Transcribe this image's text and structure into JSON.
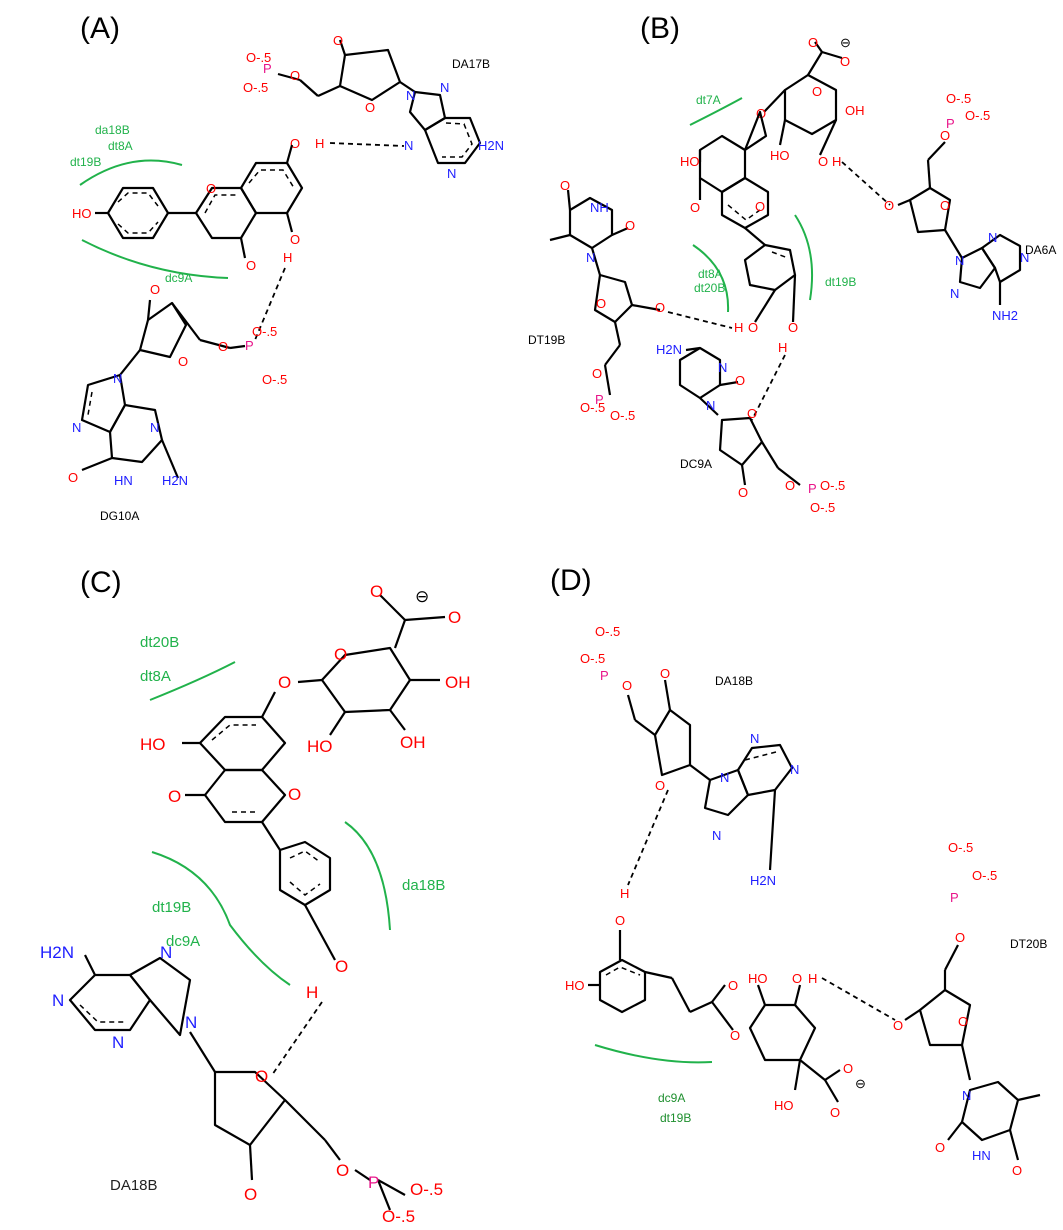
{
  "colors": {
    "oxygen": "#ff0000",
    "nitrogen": "#1e1eff",
    "phosphorus": "#e8158a",
    "contact": "#21b24b",
    "contact_dark": "#1e8f2e",
    "bond": "#000000"
  },
  "panels": {
    "a": {
      "label": "(A)",
      "residues": {
        "top": "DA17B",
        "bottom": "DG10A"
      },
      "contacts": [
        "da18B",
        "dt8A",
        "dt19B",
        "dc9A"
      ]
    },
    "b": {
      "label": "(B)",
      "residues": {
        "right": "DA6A",
        "left": "DT19B",
        "bottom": "DC9A"
      },
      "contacts": [
        "dt7A",
        "dt8A",
        "dt20B",
        "dt19B"
      ]
    },
    "c": {
      "label": "(C)",
      "residues": {
        "bottom": "DA18B"
      },
      "contacts": [
        "dt20B",
        "dt8A",
        "da18B",
        "dt19B",
        "dc9A"
      ]
    },
    "d": {
      "label": "(D)",
      "residues": {
        "top": "DA18B",
        "right": "DT20B"
      },
      "contacts": [
        "dc9A",
        "dt19B"
      ]
    }
  },
  "atoms": {
    "O": "O",
    "OH": "OH",
    "HO": "HO",
    "H": "H",
    "N": "N",
    "NH": "NH",
    "HN": "HN",
    "H2N": "H2N",
    "NH2": "NH2",
    "P": "P",
    "neg": "⊖",
    "O_half": "O-.5",
    "O_half_b": "O-.5",
    "O_half_c": "O-.5",
    "O_half_d": "O-.5"
  }
}
